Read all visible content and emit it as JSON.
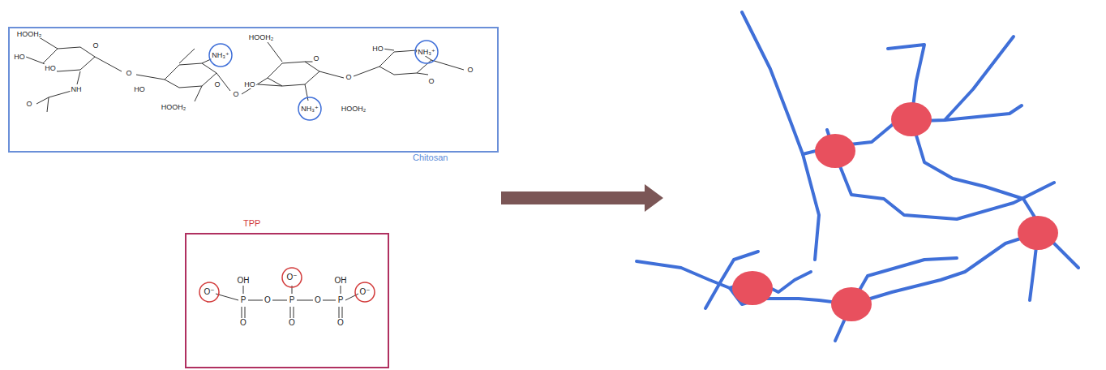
{
  "diagram": {
    "nodes": [
      {
        "text": [
          "Chitosan"
        ]
      },
      {
        "text": [
          "TPP"
        ]
      }
    ],
    "labels": [
      "HOOH₂",
      "O",
      "HO",
      "HO",
      "NH",
      "O",
      "O",
      "HO",
      "NH₃⁺",
      "HOOH₂",
      "O",
      "O",
      "HOOH₂",
      "HO",
      "O",
      "NH₃⁺",
      "HOOH₂",
      "O",
      "HO",
      "NH₃⁺",
      "O",
      "O",
      "O⁻",
      "OH",
      "P",
      "O",
      "O⁻",
      "P",
      "O",
      "OH",
      "P",
      "O⁻",
      "O",
      "O",
      "O"
    ]
  }
}
